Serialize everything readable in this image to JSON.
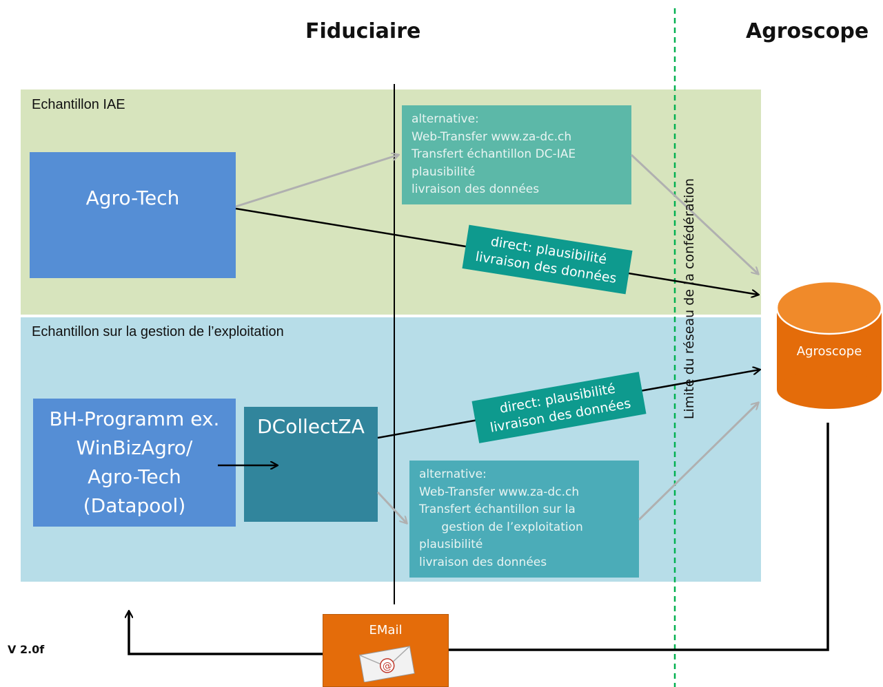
{
  "headers": {
    "fiduciaire": "Fiduciaire",
    "agroscope": "Agroscope"
  },
  "zones": {
    "iae": {
      "label": "Echantillon IAE"
    },
    "gestion": {
      "label": "Echantillon sur la gestion de l’exploitation"
    }
  },
  "nodes": {
    "agro_tech": "Agro-Tech",
    "bh_programm": [
      "BH-Programm ex.",
      "WinBizAgro/",
      "Agro-Tech",
      "(Datapool)"
    ],
    "dcollect": "DCollectZA",
    "agroscope_db": "Agroscope",
    "email": "EMail"
  },
  "alternatives": {
    "iae": [
      "alternative:",
      "Web-Transfer www.za-dc.ch",
      "Transfert échantillon DC-IAE",
      "plausibilité",
      "livraison des données"
    ],
    "gestion": [
      "alternative:",
      "Web-Transfer www.za-dc.ch",
      "Transfert échantillon sur la",
      "      gestion de l’exploitation",
      "plausibilité",
      "livraison des données"
    ]
  },
  "direct_labels": {
    "iae": [
      "direct: plausibilité",
      "livraison des données"
    ],
    "gestion": [
      "direct: plausibilité",
      "livraison des données"
    ]
  },
  "boundary_label": "Limite du réseau de la confédération",
  "version": "V 2.0f",
  "colors": {
    "zone_iae": "#d7e4bd",
    "zone_gestion": "#b7dde8",
    "node_blue": "#558ed5",
    "node_teal": "#31859c",
    "alt_teal_1": "#5cb8a8",
    "alt_teal_2": "#4bacb8",
    "tag_teal": "#0e9a8e",
    "orange": "#e46c0a",
    "boundary_green": "#00b050"
  }
}
